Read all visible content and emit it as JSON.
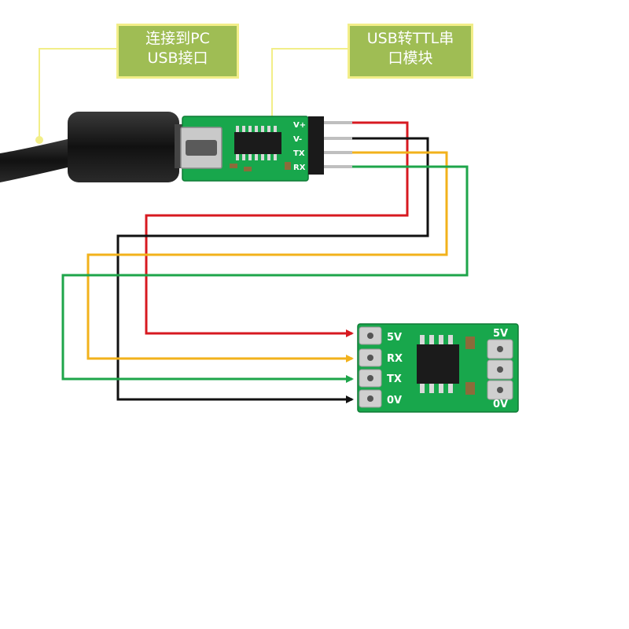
{
  "callouts": {
    "pc_port": {
      "line1": "连接到PC",
      "line2": "USB接口"
    },
    "module": {
      "line1": "USB转TTL串",
      "line2": "口模块"
    }
  },
  "usb_module": {
    "pins": [
      "V+",
      "V-",
      "TX",
      "RX"
    ]
  },
  "target_board": {
    "left_pins": [
      "5V",
      "RX",
      "TX",
      "0V"
    ],
    "right_pins": [
      "5V",
      "0V"
    ]
  },
  "wires": [
    {
      "from": "V+",
      "to": "5V",
      "color": "#d71920"
    },
    {
      "from": "V-",
      "to": "0V",
      "color": "#111111"
    },
    {
      "from": "TX",
      "to": "RX",
      "color": "#f2b21b"
    },
    {
      "from": "RX",
      "to": "TX",
      "color": "#1ea54a"
    }
  ],
  "colors": {
    "callout_fill": "#9fbd54",
    "callout_border": "#f2ee88",
    "pcb_green": "#18a74c",
    "cable_black": "#1a1a1a"
  }
}
